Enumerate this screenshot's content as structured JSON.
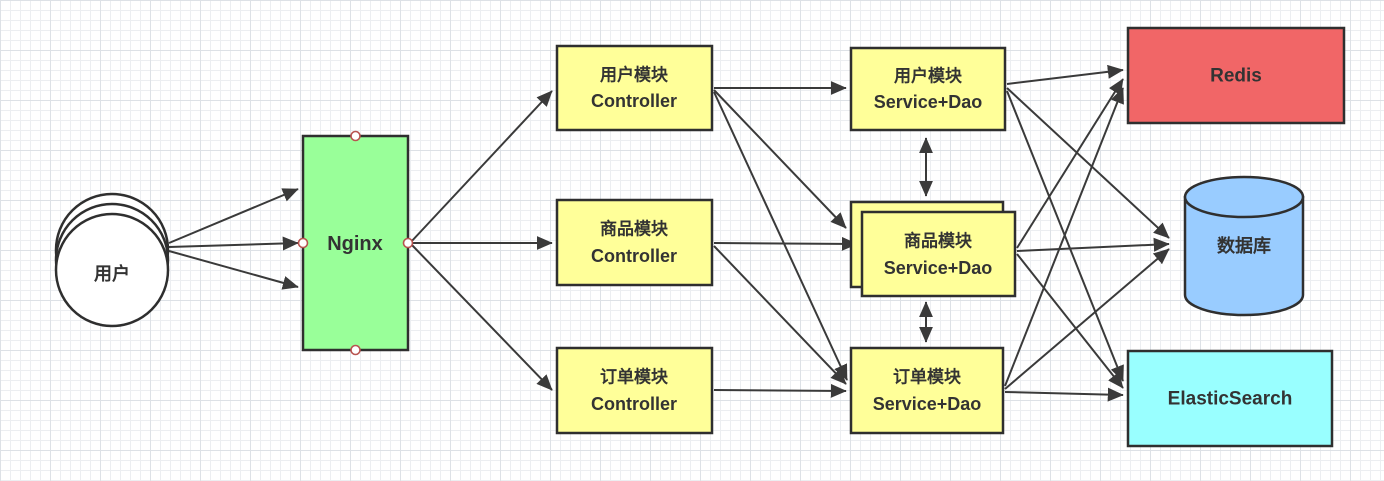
{
  "colors": {
    "canvas_bg": "#ffffff",
    "grid_minor": "#eceef1",
    "grid_major": "#dde1e6",
    "node_stroke": "#2f2f2f",
    "edge": "#3a3a3a",
    "text": "#333333",
    "green": "#99ff99",
    "yellow": "#ffff99",
    "red": "#f16667",
    "blue": "#99ccff",
    "cyan": "#99ffff",
    "anchor_stroke": "#b85450",
    "anchor_fill": "#ffffff"
  },
  "nodes": {
    "users": {
      "label": "用户",
      "shape": "stacked-circles"
    },
    "nginx": {
      "label": "Nginx",
      "shape": "rect"
    },
    "user_controller": {
      "line1": "用户模块",
      "line2": "Controller",
      "shape": "rect"
    },
    "product_controller": {
      "line1": "商品模块",
      "line2": "Controller",
      "shape": "rect"
    },
    "order_controller": {
      "line1": "订单模块",
      "line2": "Controller",
      "shape": "rect"
    },
    "user_service": {
      "line1": "用户模块",
      "line2": "Service+Dao",
      "shape": "rect"
    },
    "product_service": {
      "line1": "商品模块",
      "line2": "Service+Dao",
      "shape": "stacked-rect"
    },
    "order_service": {
      "line1": "订单模块",
      "line2": "Service+Dao",
      "shape": "rect"
    },
    "redis": {
      "label": "Redis",
      "shape": "rect"
    },
    "database": {
      "label": "数据库",
      "shape": "cylinder"
    },
    "elasticsearch": {
      "label": "ElasticSearch",
      "shape": "rect"
    }
  },
  "edges": [
    {
      "from": "users",
      "to": "nginx",
      "type": "arrow"
    },
    {
      "from": "users",
      "to": "nginx",
      "type": "arrow"
    },
    {
      "from": "users",
      "to": "nginx",
      "type": "arrow"
    },
    {
      "from": "nginx",
      "to": "user_controller",
      "type": "arrow"
    },
    {
      "from": "nginx",
      "to": "product_controller",
      "type": "arrow"
    },
    {
      "from": "nginx",
      "to": "order_controller",
      "type": "arrow"
    },
    {
      "from": "user_controller",
      "to": "user_service",
      "type": "arrow"
    },
    {
      "from": "user_controller",
      "to": "product_service",
      "type": "arrow"
    },
    {
      "from": "user_controller",
      "to": "order_service",
      "type": "arrow"
    },
    {
      "from": "product_controller",
      "to": "product_service",
      "type": "arrow"
    },
    {
      "from": "product_controller",
      "to": "order_service",
      "type": "arrow"
    },
    {
      "from": "order_controller",
      "to": "order_service",
      "type": "arrow"
    },
    {
      "from": "user_service",
      "to": "product_service",
      "type": "double-arrow"
    },
    {
      "from": "product_service",
      "to": "order_service",
      "type": "double-arrow"
    },
    {
      "from": "user_service",
      "to": "redis",
      "type": "arrow"
    },
    {
      "from": "user_service",
      "to": "database",
      "type": "arrow"
    },
    {
      "from": "user_service",
      "to": "elasticsearch",
      "type": "arrow"
    },
    {
      "from": "product_service",
      "to": "redis",
      "type": "arrow"
    },
    {
      "from": "product_service",
      "to": "database",
      "type": "arrow"
    },
    {
      "from": "product_service",
      "to": "elasticsearch",
      "type": "arrow"
    },
    {
      "from": "order_service",
      "to": "redis",
      "type": "arrow"
    },
    {
      "from": "order_service",
      "to": "database",
      "type": "arrow"
    },
    {
      "from": "order_service",
      "to": "elasticsearch",
      "type": "arrow"
    }
  ]
}
